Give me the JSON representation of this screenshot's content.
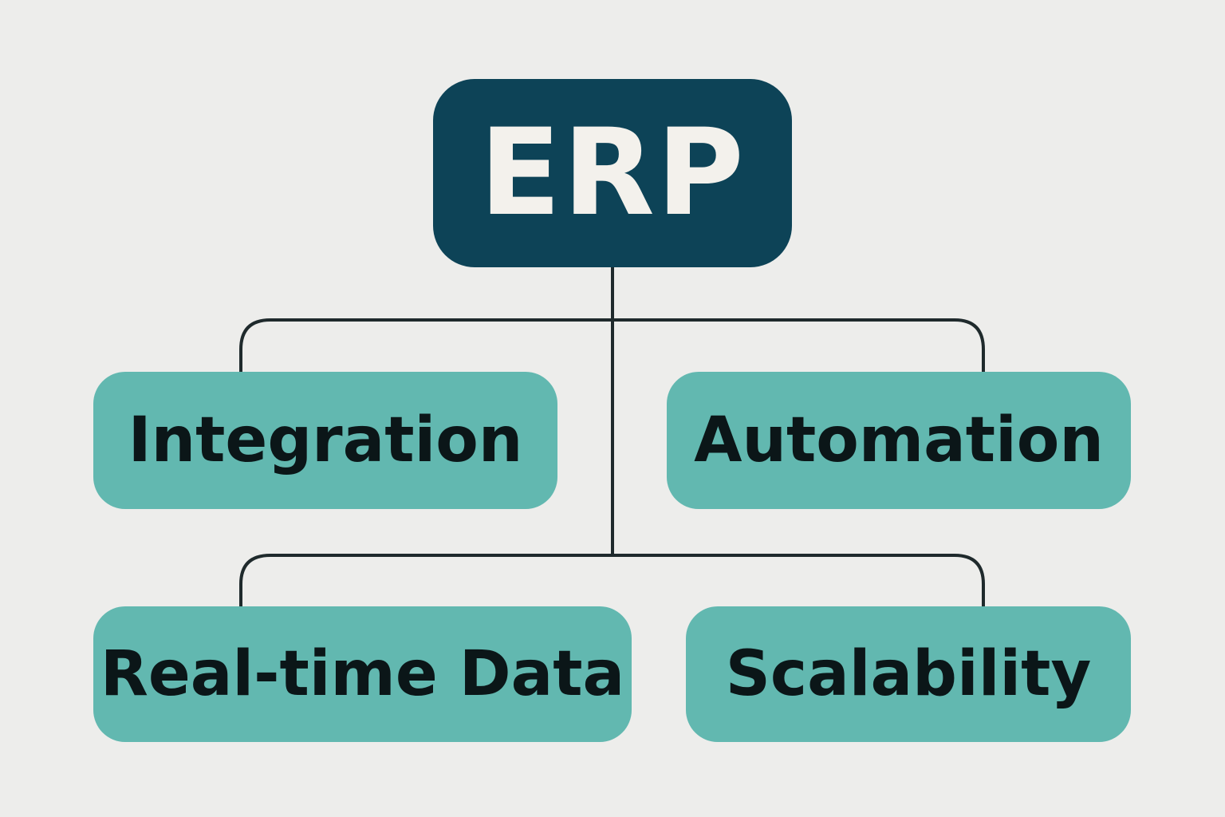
{
  "colors": {
    "background": "#ededeb",
    "root_fill": "#0d4357",
    "root_text": "#f3f1ec",
    "child_fill": "#62b8b0",
    "child_text": "#0b1618",
    "connector": "#1f2a2c"
  },
  "root": {
    "label": "ERP"
  },
  "children": [
    {
      "label": "Integration"
    },
    {
      "label": "Automation"
    },
    {
      "label": "Real-time Data"
    },
    {
      "label": "Scalability"
    }
  ]
}
